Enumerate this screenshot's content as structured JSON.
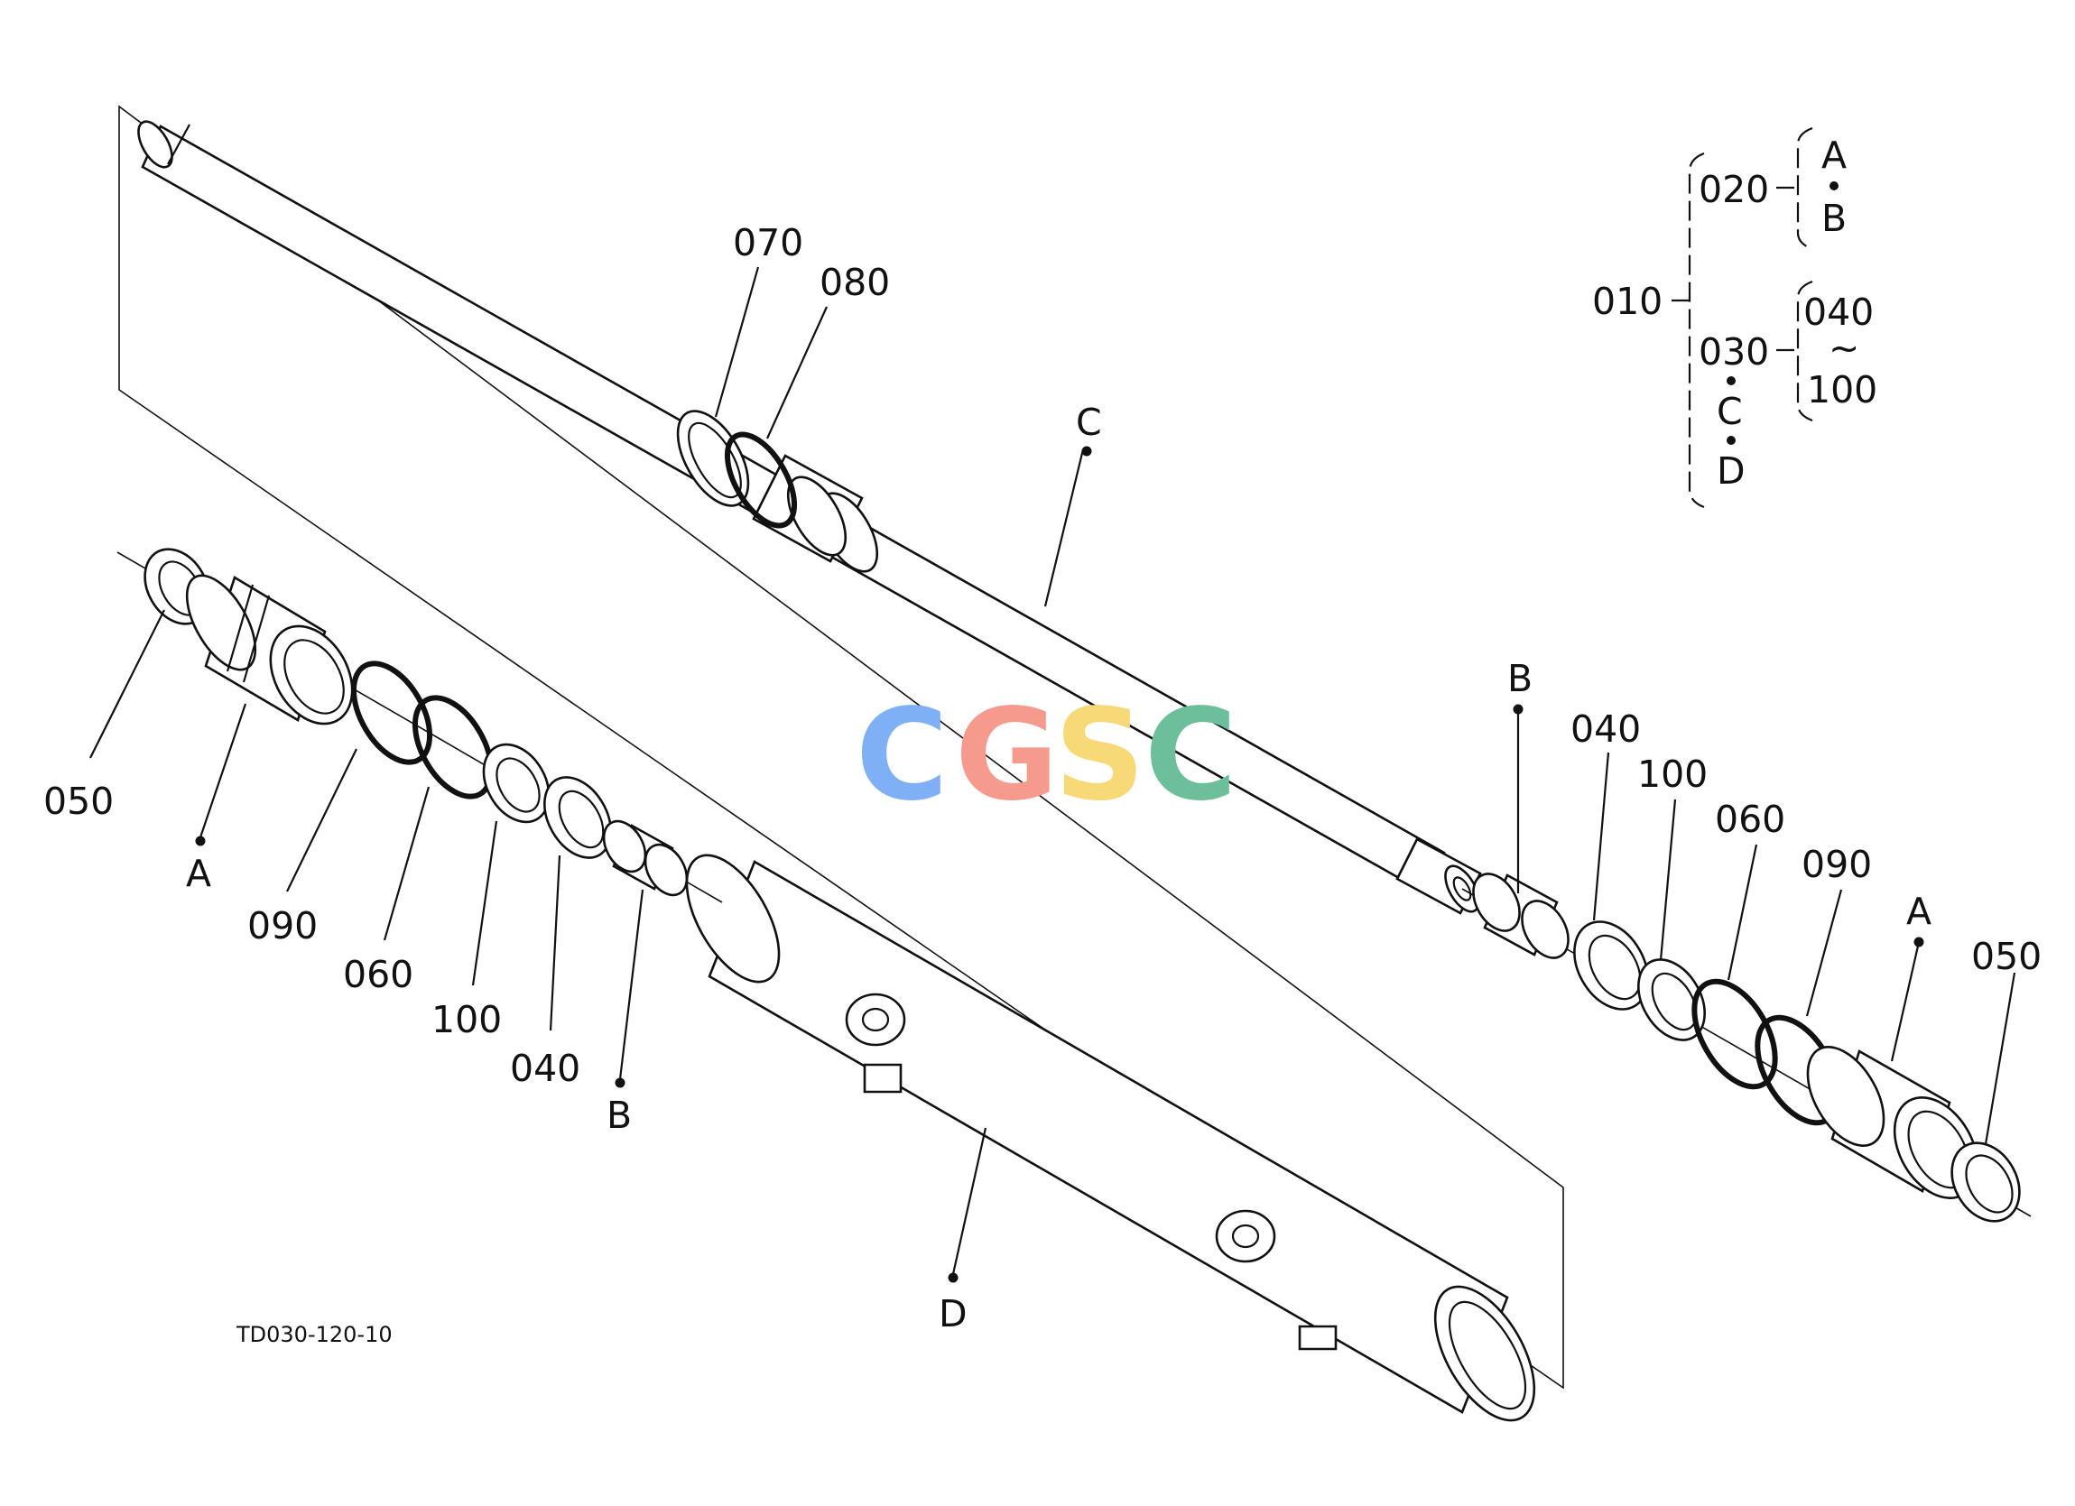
{
  "drawing_code": "TD030-120-10",
  "watermark": {
    "letters": [
      "C",
      "G",
      "S",
      "C"
    ],
    "colors": [
      "#7fb0f5",
      "#f59a8c",
      "#f7d978",
      "#6dbf9a"
    ]
  },
  "callouts": {
    "c070": "070",
    "c080": "080",
    "cC": "C",
    "left_050": "050",
    "left_A": "A",
    "left_090": "090",
    "left_060": "060",
    "left_100": "100",
    "left_040": "040",
    "left_B": "B",
    "cD": "D",
    "right_B": "B",
    "right_040": "040",
    "right_100": "100",
    "right_060": "060",
    "right_090": "090",
    "right_A": "A",
    "right_050": "050"
  },
  "legend": {
    "root": "010",
    "group1": "020",
    "group1_items": [
      "A",
      "B"
    ],
    "group2": "030",
    "group2_items": [
      "C",
      "D"
    ],
    "group2_sub_start": "040",
    "group2_sub_tilde": "~",
    "group2_sub_end": "100"
  }
}
